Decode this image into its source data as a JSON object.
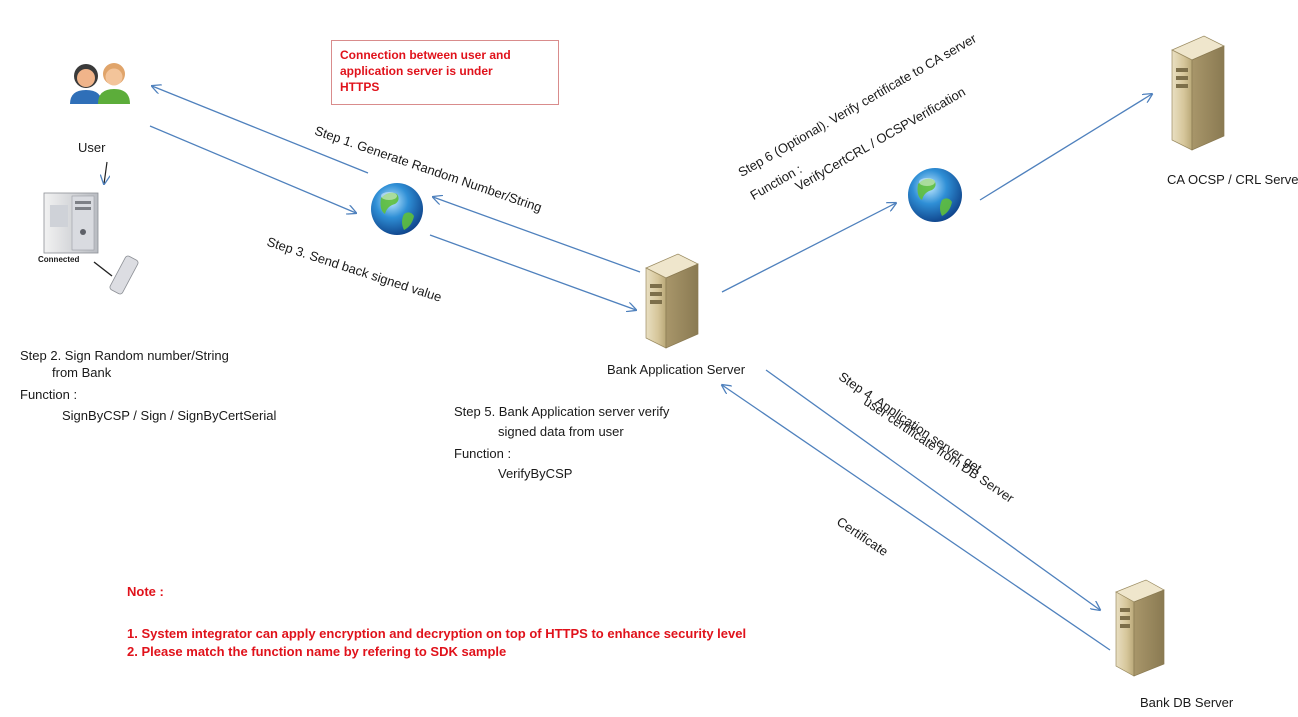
{
  "https_box": {
    "lines": [
      "Connection between user and",
      "application server is under",
      "HTTPS"
    ]
  },
  "user": {
    "label": "User",
    "connected_label": "Connected"
  },
  "servers": {
    "bank_app": "Bank Application Server",
    "ca": "CA OCSP / CRL Server",
    "bank_db": "Bank DB Server"
  },
  "steps": {
    "step1": "Step 1. Generate Random Number/String",
    "step3": "Step 3. Send back  signed value",
    "step2": {
      "line1": "Step 2. Sign Random number/String",
      "line2": "from Bank",
      "line3": "Function :",
      "line4": "SignByCSP / Sign / SignByCertSerial"
    },
    "step5": {
      "line1": "Step 5. Bank Application server  verify",
      "line2": "signed data from user",
      "line3": "Function :",
      "line4": "VerifyByCSP"
    },
    "step6": {
      "line1": "Step 6 (Optional). Verify certificate to CA server",
      "line2": "Function :",
      "line3": "VerifyCertCRL / OCSPVerification"
    },
    "step4": {
      "line1": "Step 4. Application server get",
      "line2": "user certificate  from DB Server"
    },
    "certificate": "Certificate"
  },
  "note": {
    "title": "Note :",
    "lines": [
      "1. System integrator can apply encryption and decryption on top of HTTPS to enhance security level",
      "2. Please match the function name by refering to SDK sample"
    ]
  },
  "colors": {
    "arrow": "#4f81bd",
    "note_red": "#e0121b"
  }
}
